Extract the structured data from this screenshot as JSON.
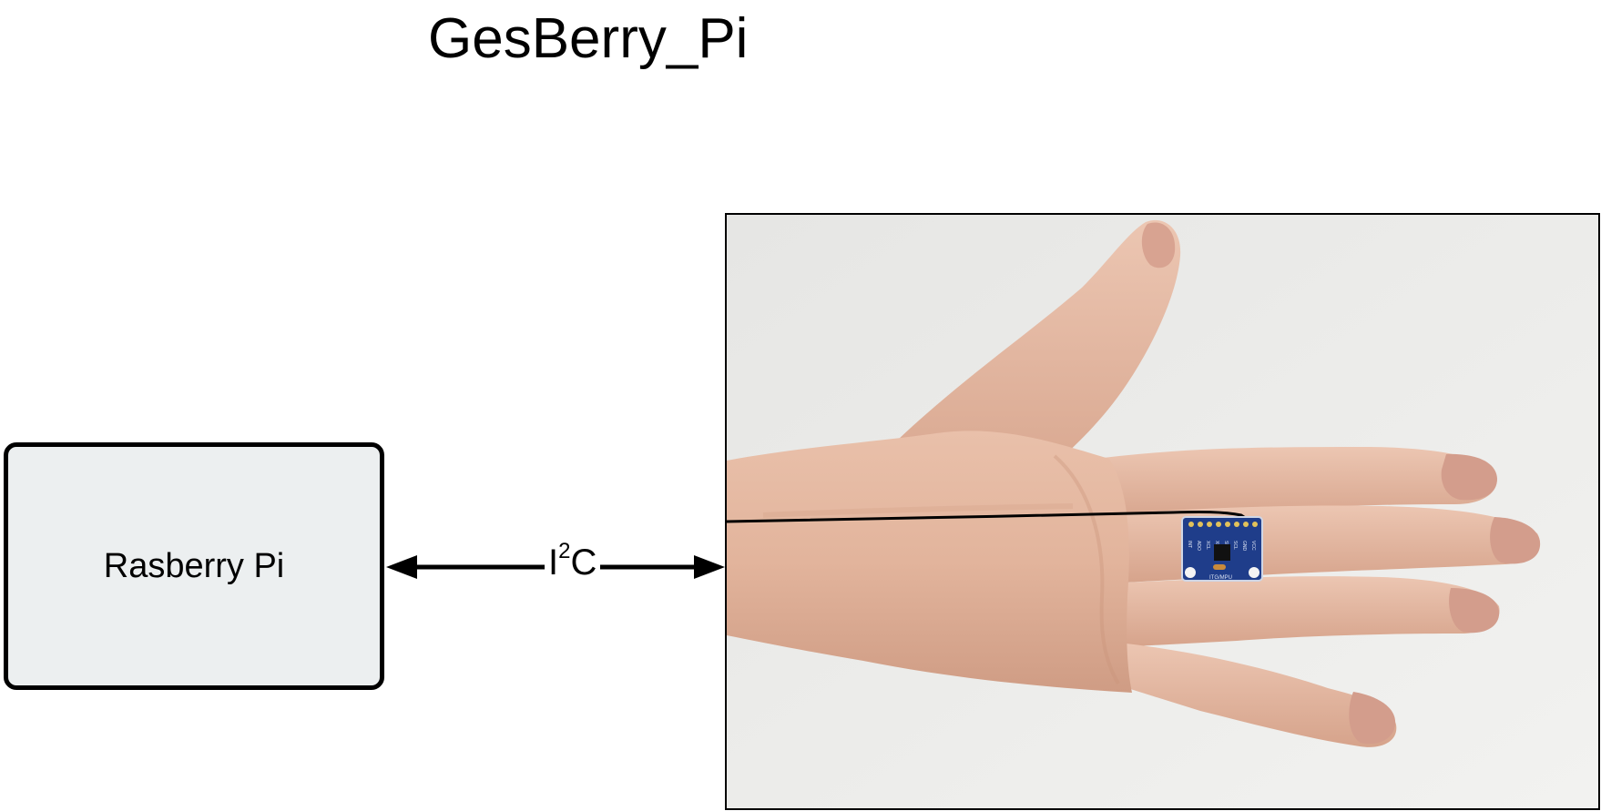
{
  "title": "GesBerry_Pi",
  "raspberry_pi": {
    "label": "Rasberry Pi",
    "fill_color": "#eceff0"
  },
  "bus": {
    "label_main": "I",
    "label_sup": "2",
    "label_tail": "C",
    "direction": "bidirectional"
  },
  "hand_photo": {
    "subject": "hand-with-imu-sensor-ring",
    "sensor_board": {
      "name": "mpu-imu-breakout-board",
      "board_color": "#1f3d8a",
      "pin_labels": [
        "INT",
        "ADO",
        "XCL",
        "XDA",
        "SDA",
        "SCL",
        "GND",
        "VCC"
      ],
      "silkscreen": "ITG/MPU"
    }
  },
  "colors": {
    "stroke": "#000000",
    "background": "#ffffff",
    "photo_background": "#ececea",
    "skin": "#e3b39b"
  }
}
